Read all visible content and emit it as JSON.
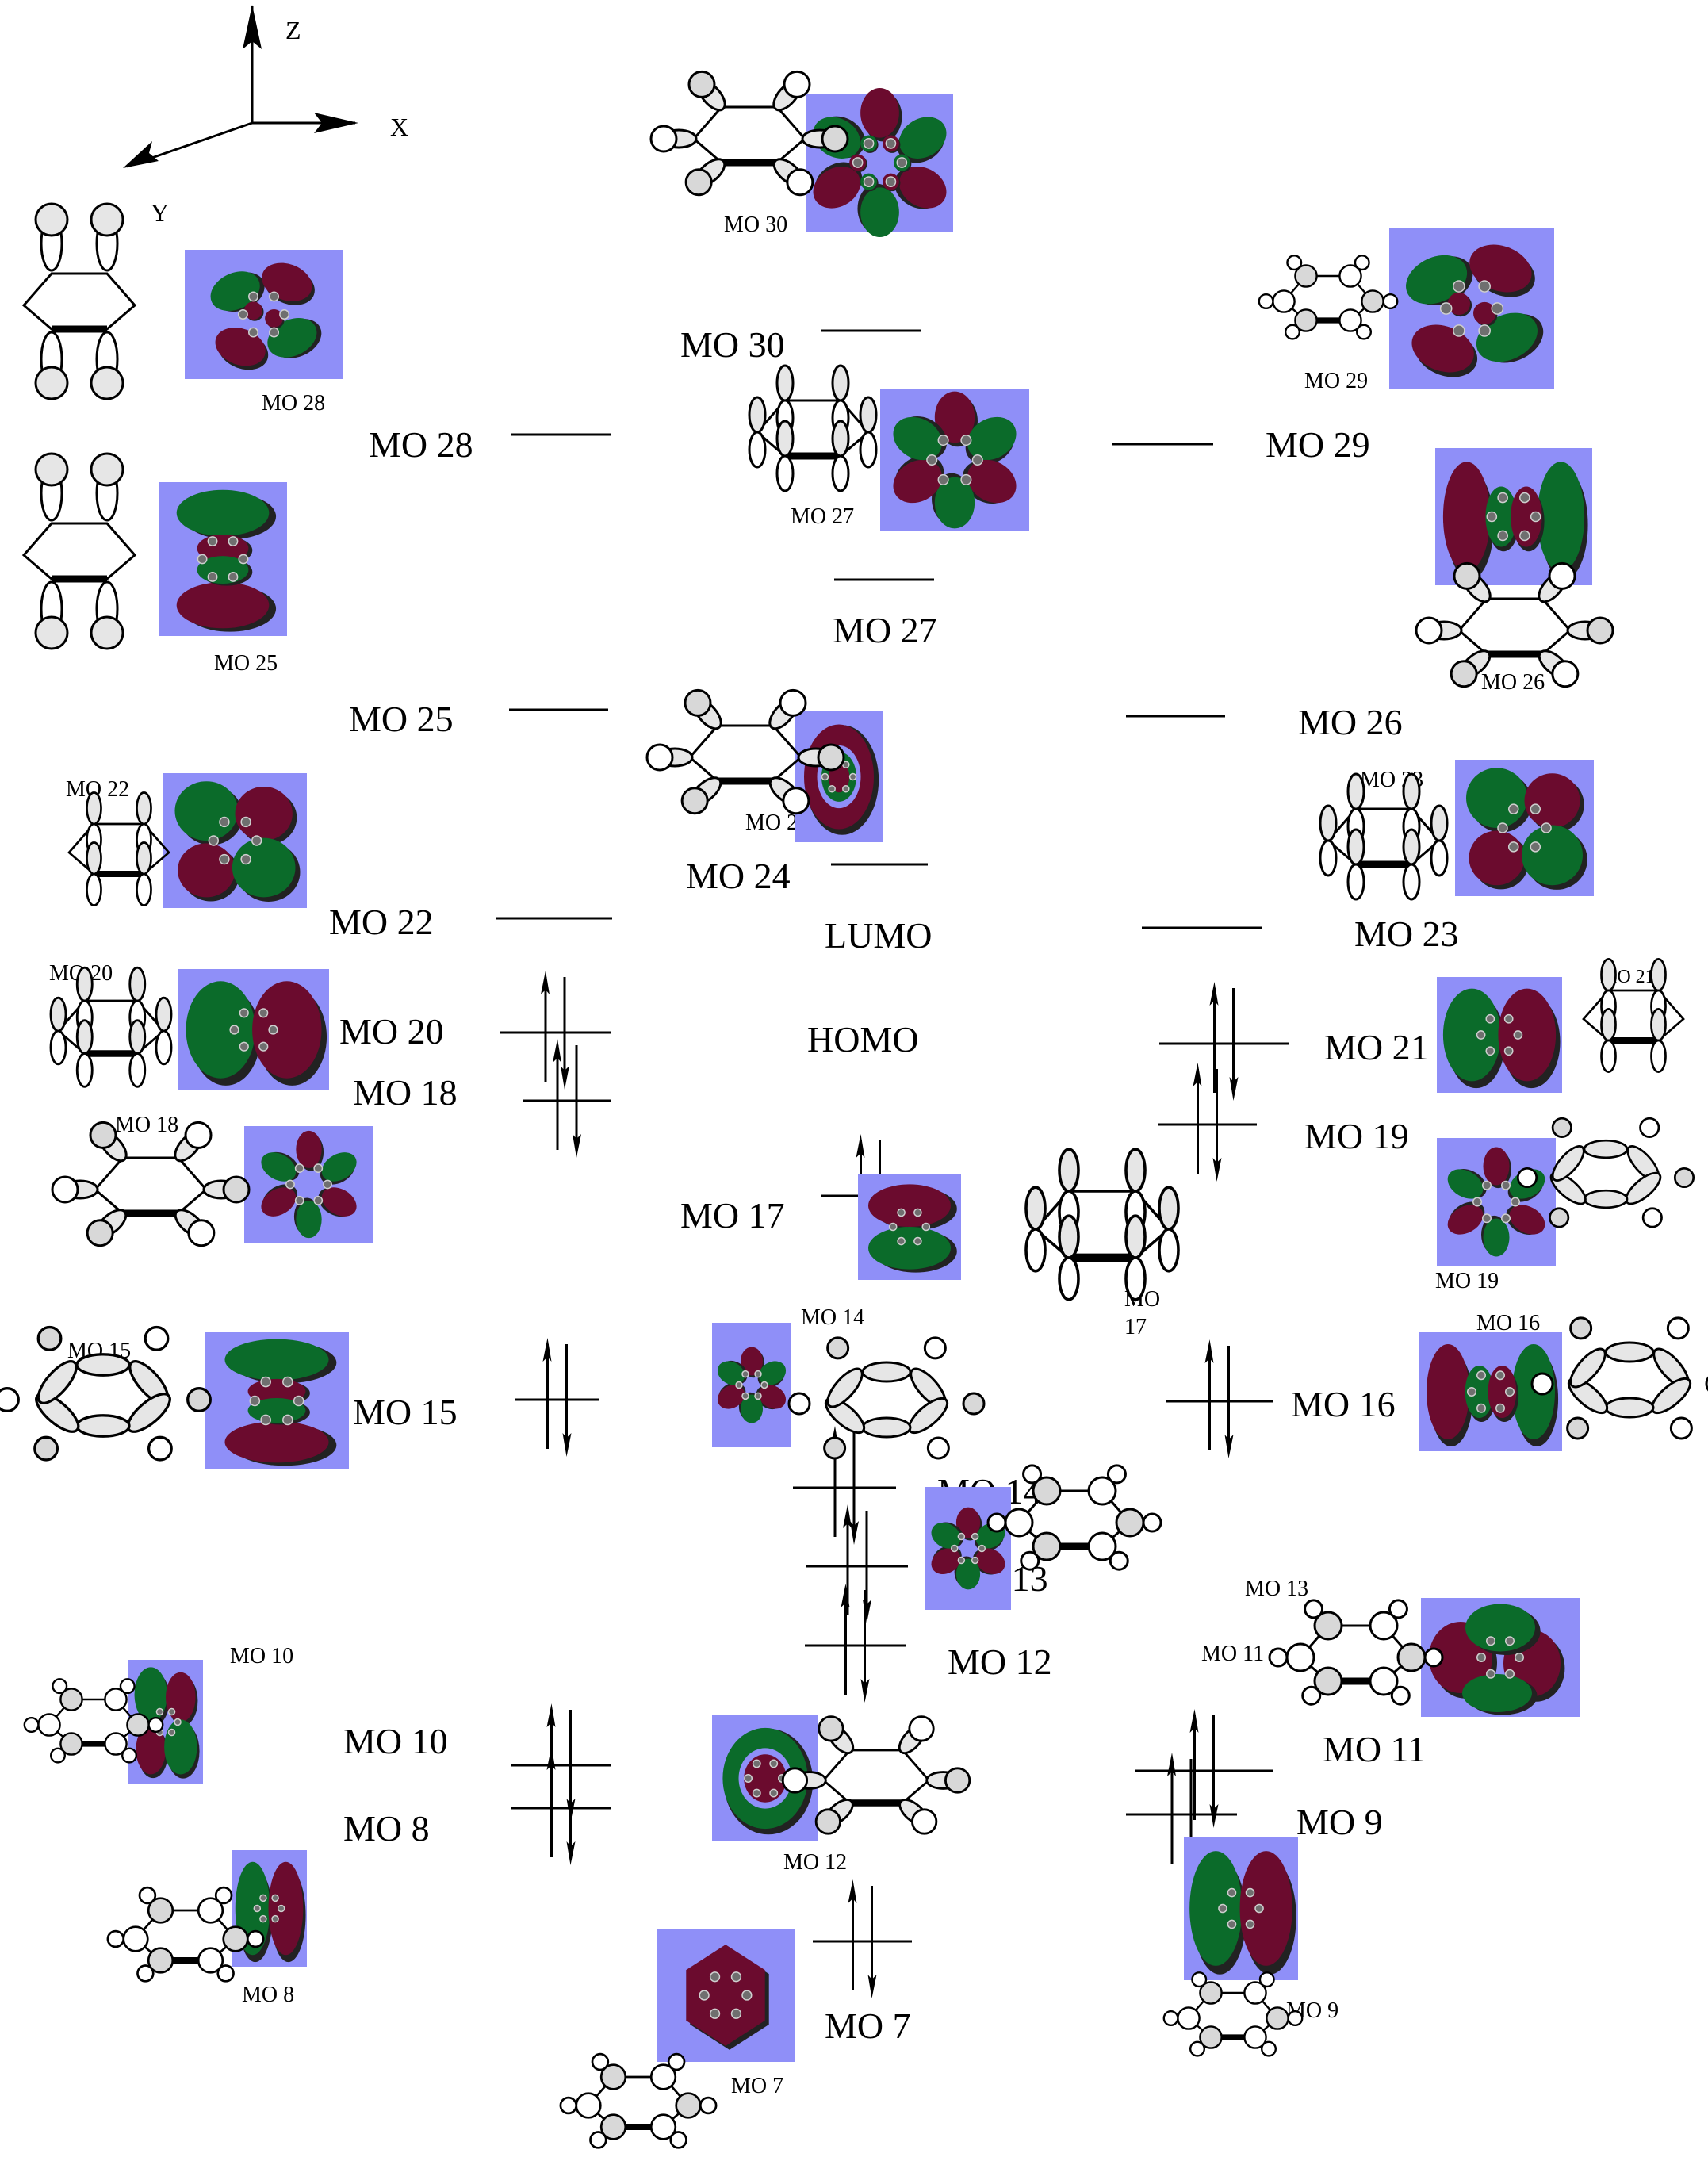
{
  "axes": {
    "z": "Z",
    "x": "X",
    "y": "Y"
  },
  "colors": {
    "panel_bg": "#8f8ff8",
    "lobe_positive": "#0b6b2a",
    "lobe_negative": "#6b0b2e",
    "lobe_shadow": "#222222",
    "line": "#000000"
  },
  "frontier": {
    "lumo": "LUMO",
    "homo": "HOMO"
  },
  "orbitals": {
    "mo30": {
      "level_label": "MO 30",
      "image_label": "MO 30",
      "occupancy": 0
    },
    "mo29": {
      "level_label": "MO 29",
      "image_label": "MO 29",
      "occupancy": 0
    },
    "mo28": {
      "level_label": "MO 28",
      "image_label": "MO 28",
      "occupancy": 0
    },
    "mo27": {
      "level_label": "MO 27",
      "image_label": "MO 27",
      "occupancy": 0
    },
    "mo26": {
      "level_label": "MO 26",
      "image_label": "MO 26",
      "occupancy": 0
    },
    "mo25": {
      "level_label": "MO 25",
      "image_label": "MO 25",
      "occupancy": 0
    },
    "mo24": {
      "level_label": "MO 24",
      "image_label": "MO 24",
      "occupancy": 0
    },
    "mo23": {
      "level_label": "MO 23",
      "image_label": "MO 23",
      "occupancy": 0
    },
    "mo22": {
      "level_label": "MO 22",
      "image_label": "MO 22",
      "occupancy": 0
    },
    "mo21": {
      "level_label": "MO 21",
      "image_label": "MO 21",
      "occupancy": 2
    },
    "mo20": {
      "level_label": "MO 20",
      "image_label": "MO 20",
      "occupancy": 2
    },
    "mo19": {
      "level_label": "MO 19",
      "image_label": "MO 19",
      "occupancy": 2
    },
    "mo18": {
      "level_label": "MO 18",
      "image_label": "MO 18",
      "occupancy": 2
    },
    "mo17": {
      "level_label": "MO 17",
      "image_label_line1": "MO",
      "image_label_line2": "17",
      "occupancy": 2
    },
    "mo16": {
      "level_label": "MO 16",
      "image_label": "MO 16",
      "occupancy": 2
    },
    "mo15": {
      "level_label": "MO 15",
      "image_label": "MO 15",
      "occupancy": 2
    },
    "mo14": {
      "level_label": "MO 14",
      "image_label": "MO 14",
      "occupancy": 2
    },
    "mo13": {
      "level_label": "MO 13",
      "image_label": "MO 13",
      "occupancy": 2
    },
    "mo12": {
      "level_label": "MO 12",
      "image_label": "MO 12",
      "occupancy": 2
    },
    "mo11": {
      "level_label": "MO 11",
      "image_label": "MO 11",
      "occupancy": 2
    },
    "mo10": {
      "level_label": "MO 10",
      "image_label": "MO 10",
      "occupancy": 2
    },
    "mo9": {
      "level_label": "MO 9",
      "image_label": "MO 9",
      "occupancy": 2
    },
    "mo8": {
      "level_label": "MO 8",
      "image_label": "MO 8",
      "occupancy": 2
    },
    "mo7": {
      "level_label": "MO 7",
      "image_label": "MO 7",
      "occupancy": 2
    }
  }
}
